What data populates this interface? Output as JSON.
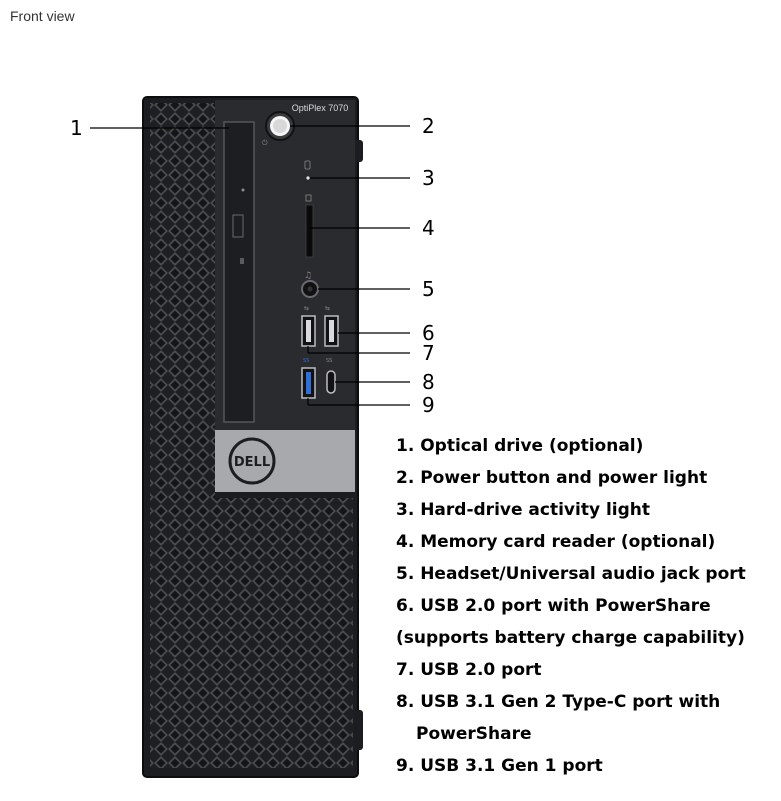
{
  "caption": "Front view",
  "model_label": "OptiPlex 7070",
  "logo_text": "DELL",
  "callouts": [
    {
      "n": "1"
    },
    {
      "n": "2"
    },
    {
      "n": "3"
    },
    {
      "n": "4"
    },
    {
      "n": "5"
    },
    {
      "n": "6"
    },
    {
      "n": "7"
    },
    {
      "n": "8"
    },
    {
      "n": "9"
    }
  ],
  "legend": [
    "1. Optical drive (optional)",
    "2. Power button and power light",
    "3. Hard-drive activity light",
    "4. Memory card reader (optional)",
    "5. Headset/Universal audio jack port",
    "6. USB 2.0 port with PowerShare",
    "(supports battery charge capability)",
    "7. USB 2.0 port",
    "8. USB 3.1 Gen 2 Type-C port with",
    "PowerShare",
    "9. USB 3.1 Gen 1 port"
  ],
  "colors": {
    "chassis": "#1c1d20",
    "chassis_edge": "#0d0d0f",
    "panel": "#2a2b2f",
    "badge": "#a8a9ad",
    "usb3_blue": "#2f6fd6"
  }
}
